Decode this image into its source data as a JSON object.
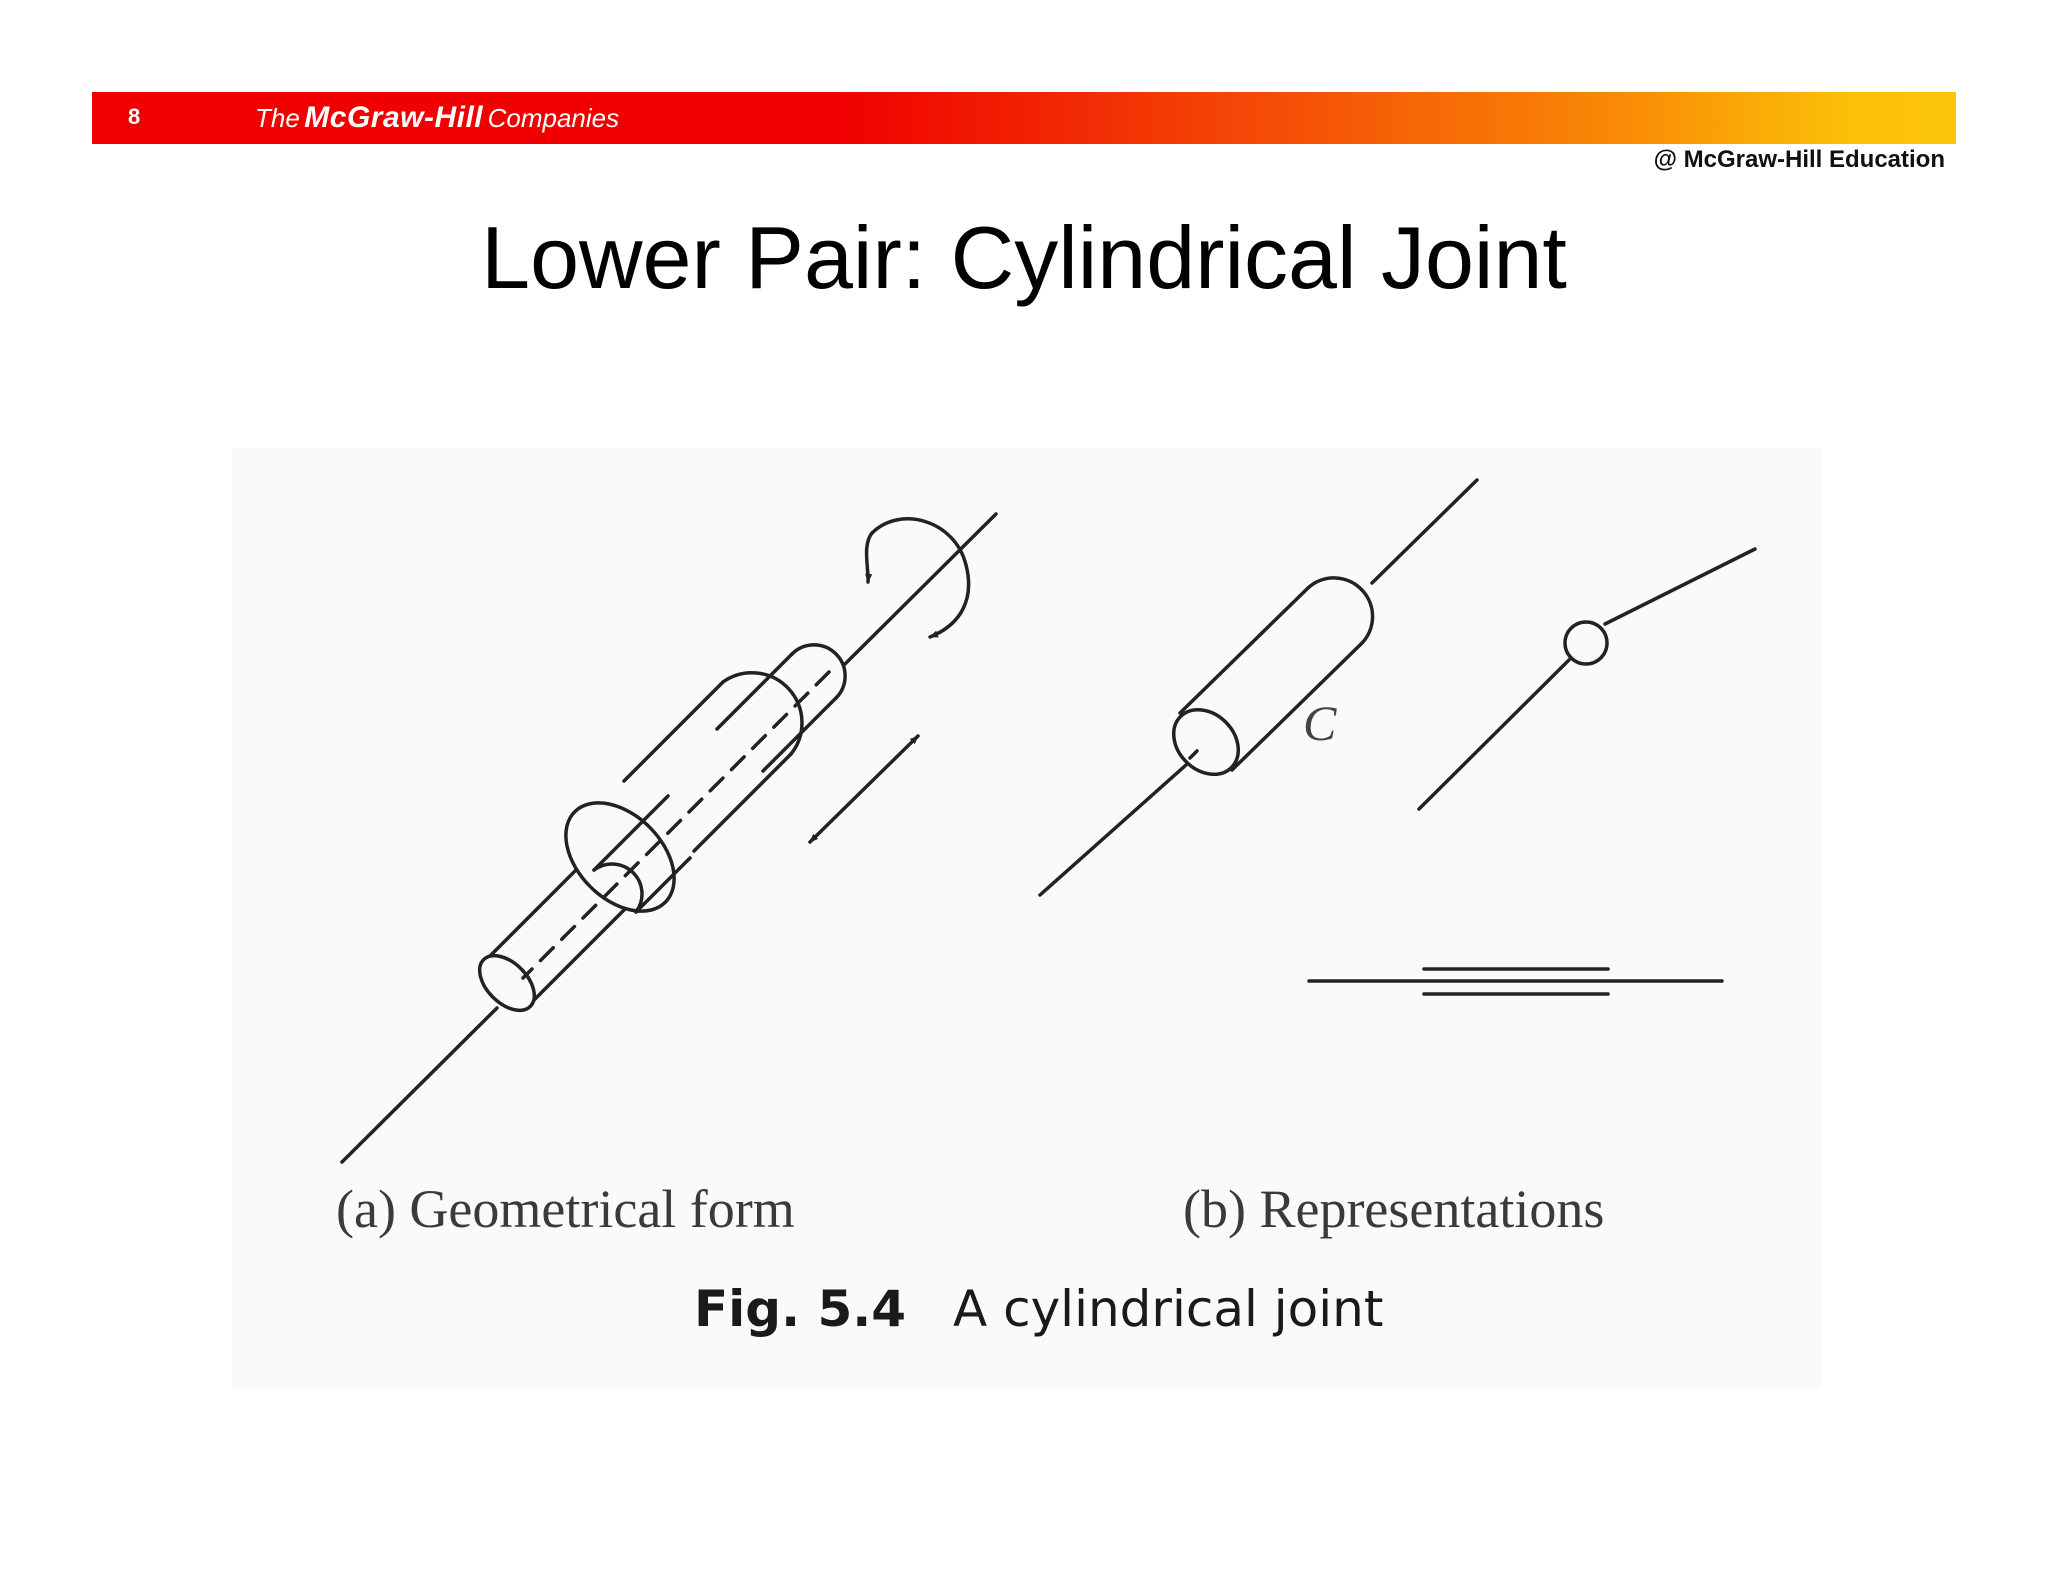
{
  "header": {
    "page_number": "8",
    "logo": {
      "the": "The",
      "main": "McGraw-Hill",
      "companies": "Companies"
    },
    "copyright": "@ McGraw-Hill Education",
    "gradient_colors": [
      "#f00000",
      "#f44806",
      "#f98a06",
      "#fcc60a"
    ]
  },
  "title": "Lower Pair: Cylindrical Joint",
  "figure": {
    "label_a": "(a) Geometrical form",
    "label_b": "(b) Representations",
    "part_label": "C",
    "caption_prefix": "Fig. 5.4",
    "caption_text": "A cylindrical joint"
  }
}
